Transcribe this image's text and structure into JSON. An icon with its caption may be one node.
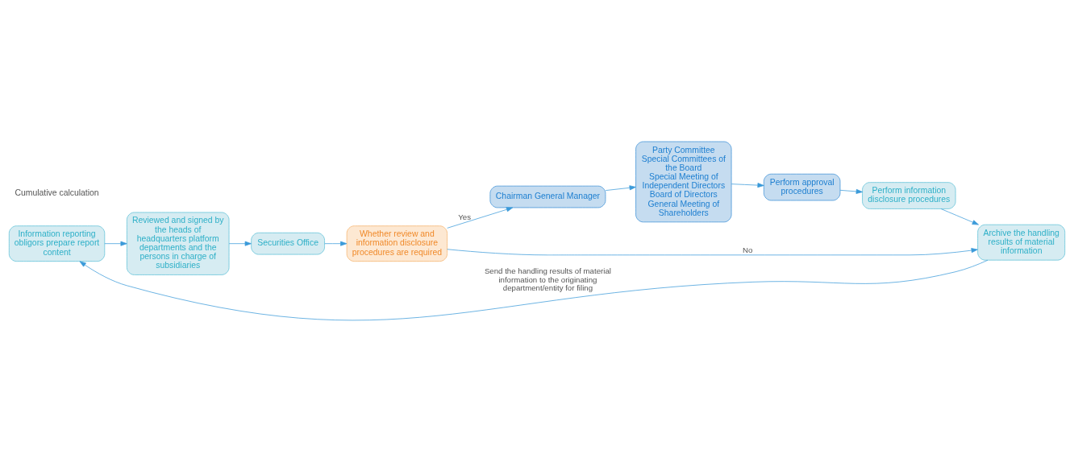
{
  "diagram": {
    "nodes": [
      {
        "text": [
          "Information reporting obligors prepare report content"
        ]
      },
      {
        "text": [
          "Reviewed and signed by the heads of headquarters platform departments and the persons in charge of subsidiaries"
        ]
      },
      {
        "text": [
          "Securities Office"
        ]
      },
      {
        "text": [
          "Whether review and information disclosure procedures are required"
        ]
      },
      {
        "text": [
          "Chairman General Manager"
        ]
      },
      {
        "text": [
          "Party Committee",
          "Special Committees of the Board",
          "Special Meeting of Independent Directors",
          "Board of Directors",
          "General Meeting of Shareholders"
        ]
      },
      {
        "text": [
          "Perform approval procedures"
        ]
      },
      {
        "text": [
          "Perform information disclosure procedures"
        ]
      },
      {
        "text": [
          "Archive the handling results of material information"
        ]
      }
    ],
    "edges": [
      {
        "from": 0,
        "to": 1,
        "arrow": "to"
      },
      {
        "from": 1,
        "to": 2,
        "arrow": "to"
      },
      {
        "from": 2,
        "to": 3,
        "arrow": "to"
      },
      {
        "from": 3,
        "to": 4,
        "arrow": "to",
        "label": "Yes"
      },
      {
        "from": 4,
        "to": 5,
        "arrow": "to"
      },
      {
        "from": 5,
        "to": 6,
        "arrow": "to"
      },
      {
        "from": 6,
        "to": 7,
        "arrow": "to"
      },
      {
        "from": 7,
        "to": 8,
        "arrow": "to"
      },
      {
        "from": 3,
        "to": 8,
        "arrow": "to",
        "label": "No"
      },
      {
        "from": 8,
        "to": 0,
        "arrow": "to",
        "label": "Send the handling results of material information to the originating department/entity for filing"
      }
    ],
    "labels": [
      "Cumulative calculation"
    ]
  }
}
